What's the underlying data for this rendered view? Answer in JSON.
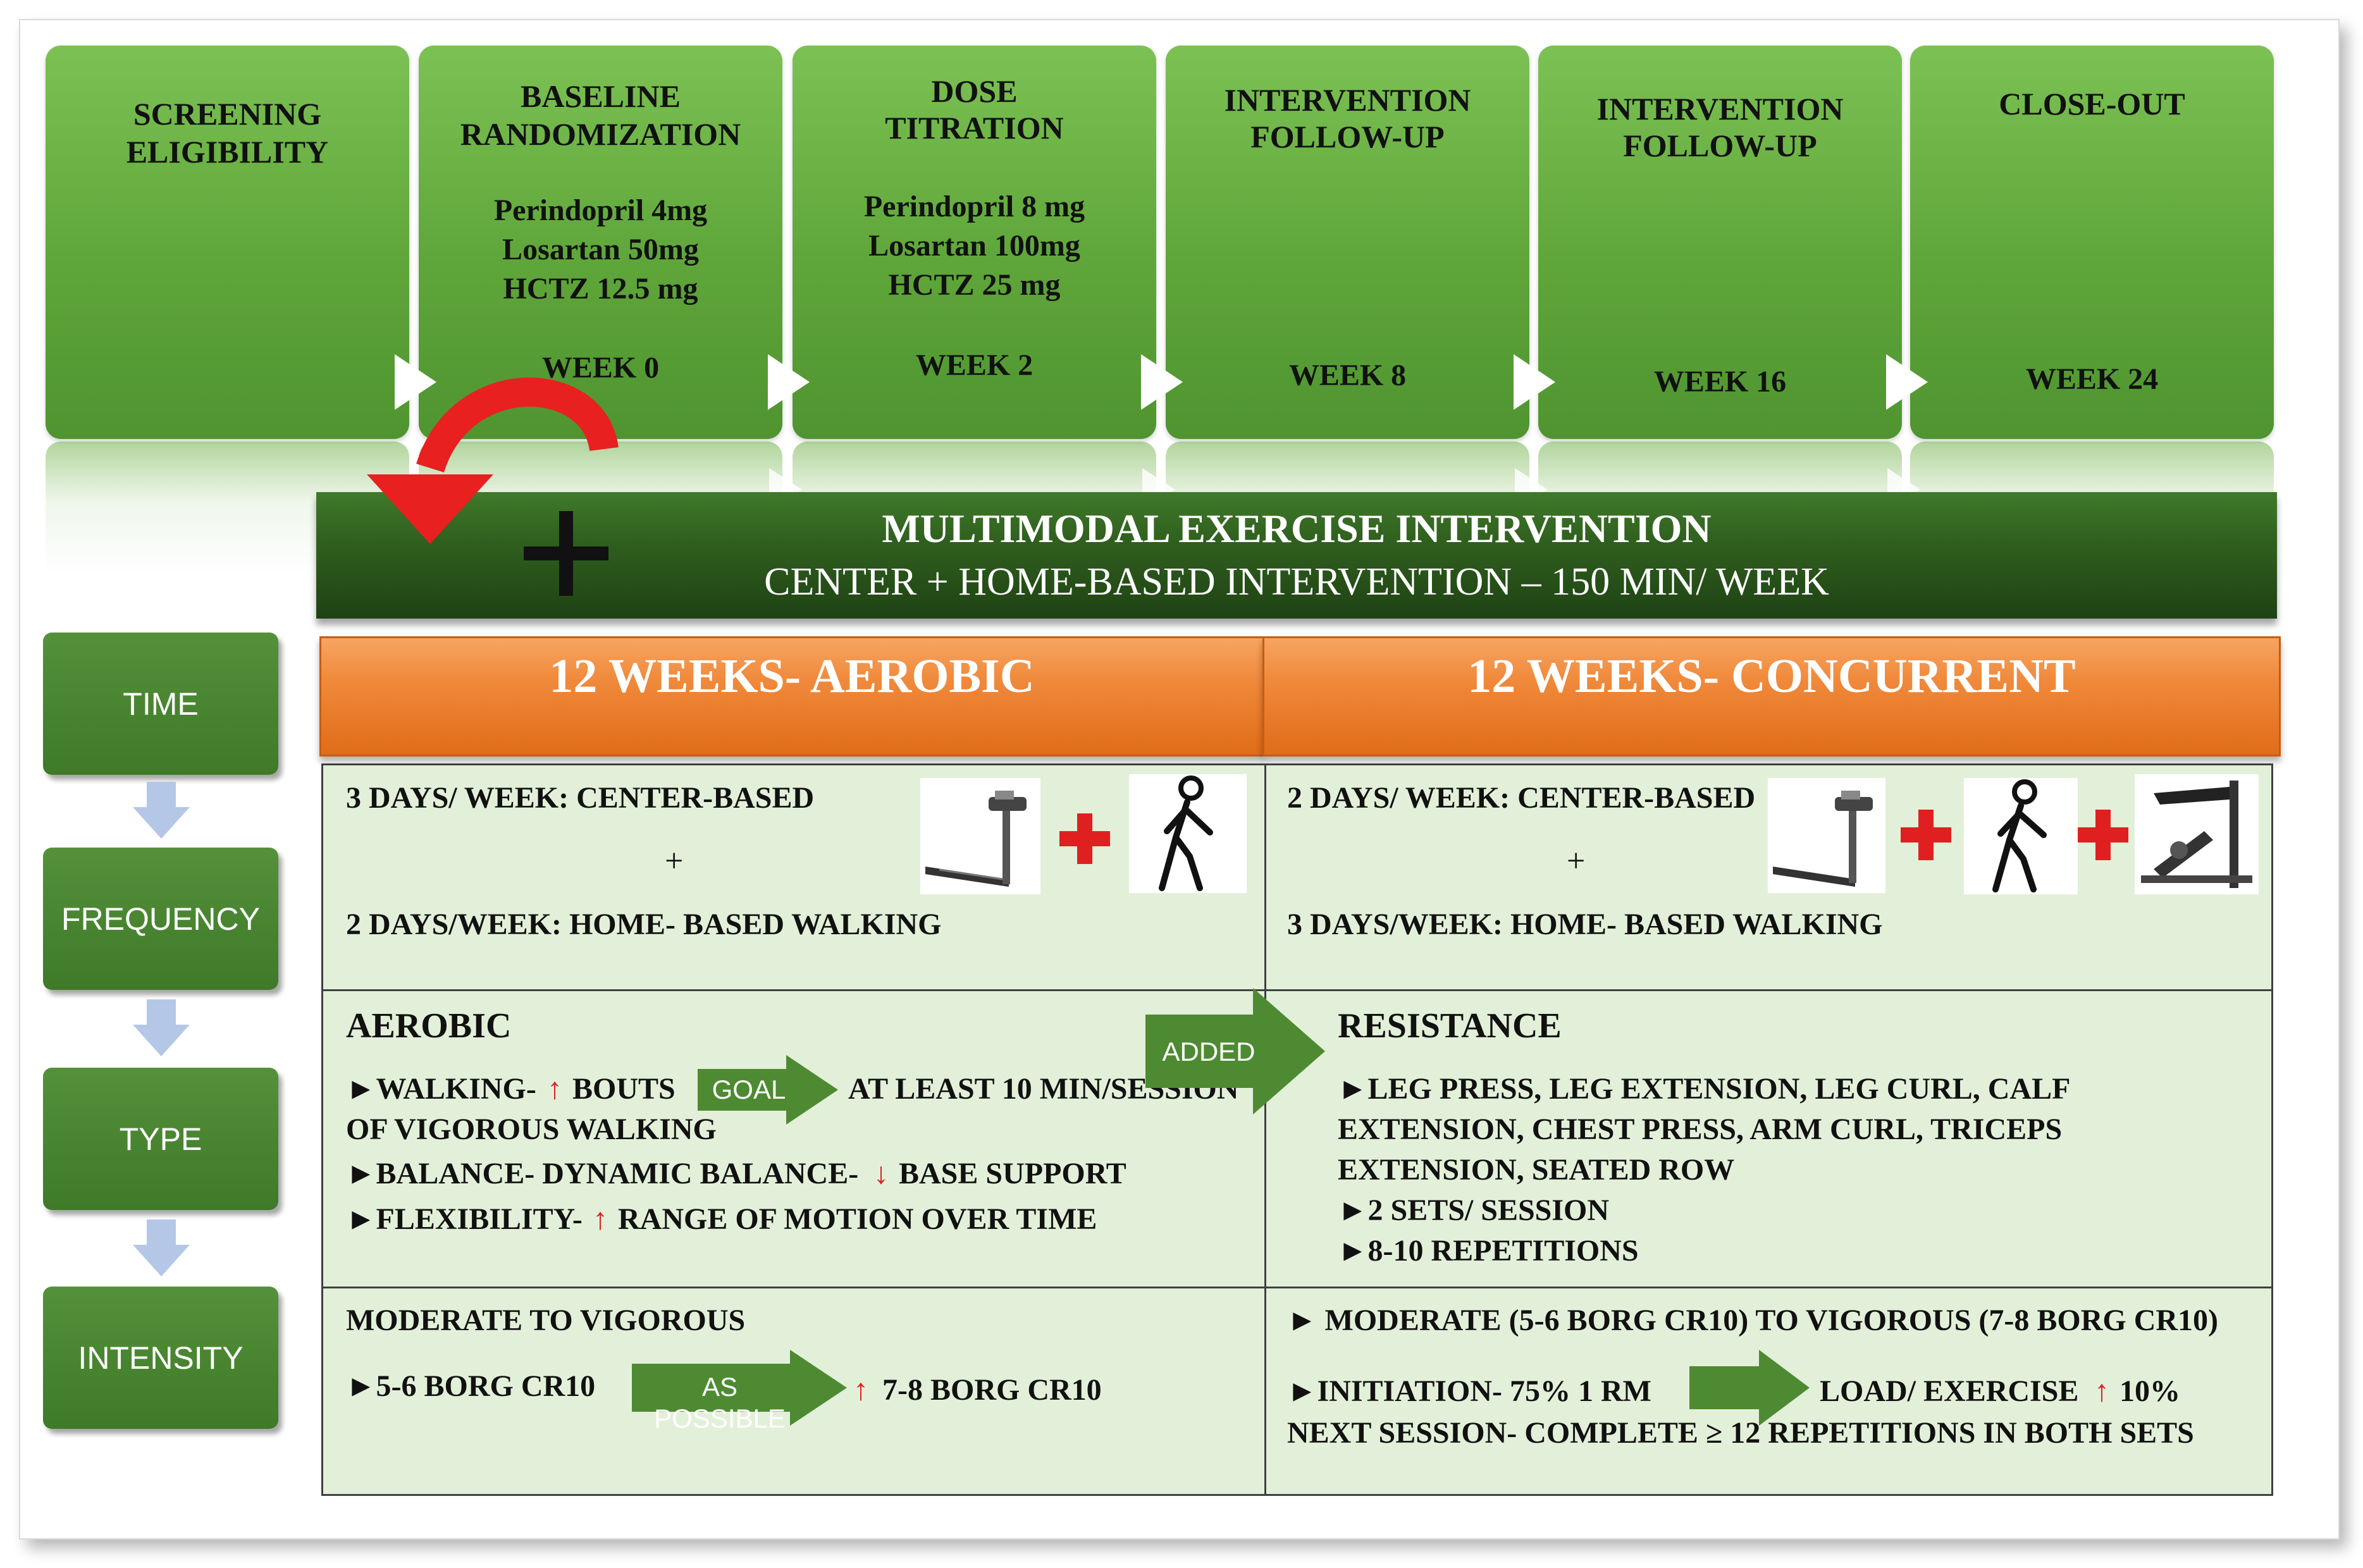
{
  "stages": [
    {
      "title_lines": [
        "SCREENING",
        "ELIGIBILITY"
      ],
      "drugs": [],
      "week": ""
    },
    {
      "title_lines": [
        "BASELINE",
        "RANDOMIZATION"
      ],
      "drugs": [
        "Perindopril 4mg",
        "Losartan 50mg",
        "HCTZ 12.5 mg"
      ],
      "week": "WEEK 0"
    },
    {
      "title_lines": [
        "DOSE",
        "TITRATION"
      ],
      "drugs": [
        "Perindopril 8 mg",
        "Losartan 100mg",
        "HCTZ 25 mg"
      ],
      "week": "WEEK 2"
    },
    {
      "title_lines": [
        "INTERVENTION",
        "FOLLOW-UP"
      ],
      "drugs": [],
      "week": "WEEK 8"
    },
    {
      "title_lines": [
        "INTERVENTION",
        "FOLLOW-UP"
      ],
      "drugs": [],
      "week": "WEEK 16"
    },
    {
      "title_lines": [
        "CLOSE-OUT"
      ],
      "drugs": [],
      "week": "WEEK 24"
    }
  ],
  "intervention": {
    "title": "MULTIMODAL EXERCISE INTERVENTION",
    "subtitle": "CENTER + HOME-BASED INTERVENTION – 150 MIN/ WEEK"
  },
  "phases": {
    "aerobic": "12 WEEKS- AEROBIC",
    "concurrent": "12 WEEKS- CONCURRENT"
  },
  "side_labels": {
    "time": "TIME",
    "frequency": "FREQUENCY",
    "type": "TYPE",
    "intensity": "INTENSITY"
  },
  "frequency": {
    "aerobic": {
      "line1": "3 DAYS/ WEEK: CENTER-BASED",
      "plus": "+",
      "line2": "2 DAYS/WEEK: HOME- BASED WALKING"
    },
    "concurrent": {
      "line1": "2 DAYS/ WEEK: CENTER-BASED",
      "plus": "+",
      "line2": "3 DAYS/WEEK: HOME- BASED WALKING"
    }
  },
  "type": {
    "aerobic": {
      "heading": "AEROBIC",
      "walking_a": "►WALKING-",
      "walking_b": "BOUTS",
      "goal_label": "GOAL",
      "walking_c": "AT LEAST  10 MIN/SESSION",
      "walking_d": "OF VIGOROUS WALKING",
      "balance_a": "►BALANCE- DYNAMIC BALANCE-",
      "balance_b": "BASE SUPPORT",
      "flex_a": "►FLEXIBILITY-",
      "flex_b": "RANGE OF MOTION OVER TIME"
    },
    "added_label": "ADDED",
    "resistance": {
      "heading": "RESISTANCE",
      "lines": [
        "►LEG PRESS, LEG EXTENSION, LEG CURL, CALF",
        "EXTENSION, CHEST PRESS, ARM CURL, TRICEPS",
        "EXTENSION, SEATED ROW",
        "►2 SETS/ SESSION",
        "►8-10 REPETITIONS"
      ]
    }
  },
  "intensity": {
    "aerobic": {
      "line1": "MODERATE TO VIGOROUS",
      "start": "►5-6 BORG CR10",
      "arrow_label": "AS POSSIBLE",
      "end": "7-8 BORG CR10"
    },
    "concurrent": {
      "line1": "► MODERATE (5-6 BORG CR10) TO VIGOROUS (7-8 BORG CR10)",
      "init": "►INITIATION- 75% 1 RM",
      "load": "LOAD/ EXERCISE",
      "load_pct": "10%",
      "line3": "NEXT SESSION- COMPLETE ≥ 12 REPETITIONS IN BOTH SETS"
    }
  },
  "glyphs": {
    "up": "↑",
    "down": "↓"
  },
  "colors": {
    "stage_green": "#5fa63a",
    "band_dark_green": "#2f5f1e",
    "orange": "#f08a3c",
    "table_fill": "#e3f0d9",
    "arrow_red": "#e02020"
  }
}
